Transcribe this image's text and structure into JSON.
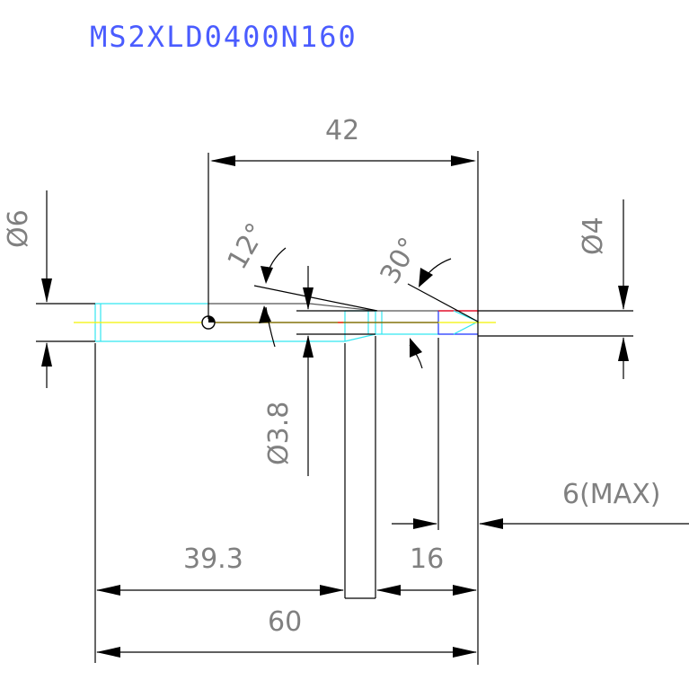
{
  "title": "MS2XLD0400N160",
  "dimensions": {
    "overall_length": "60",
    "body_length": "39.3",
    "flute_length": "16",
    "center_to_tip": "42",
    "max_chamfer": "6(MAX)",
    "shank_dia": "Ø6",
    "tip_dia": "Ø4",
    "neck_dia": "Ø3.8",
    "angle_taper": "12°",
    "angle_tip": "30°"
  },
  "colors": {
    "title": "#4a5cff",
    "dim_text": "#808080",
    "cyan_outline": "#33e6f0",
    "blue_outline": "#1a32ff",
    "red_outline": "#ff0000",
    "centerline": "#f2f200"
  }
}
